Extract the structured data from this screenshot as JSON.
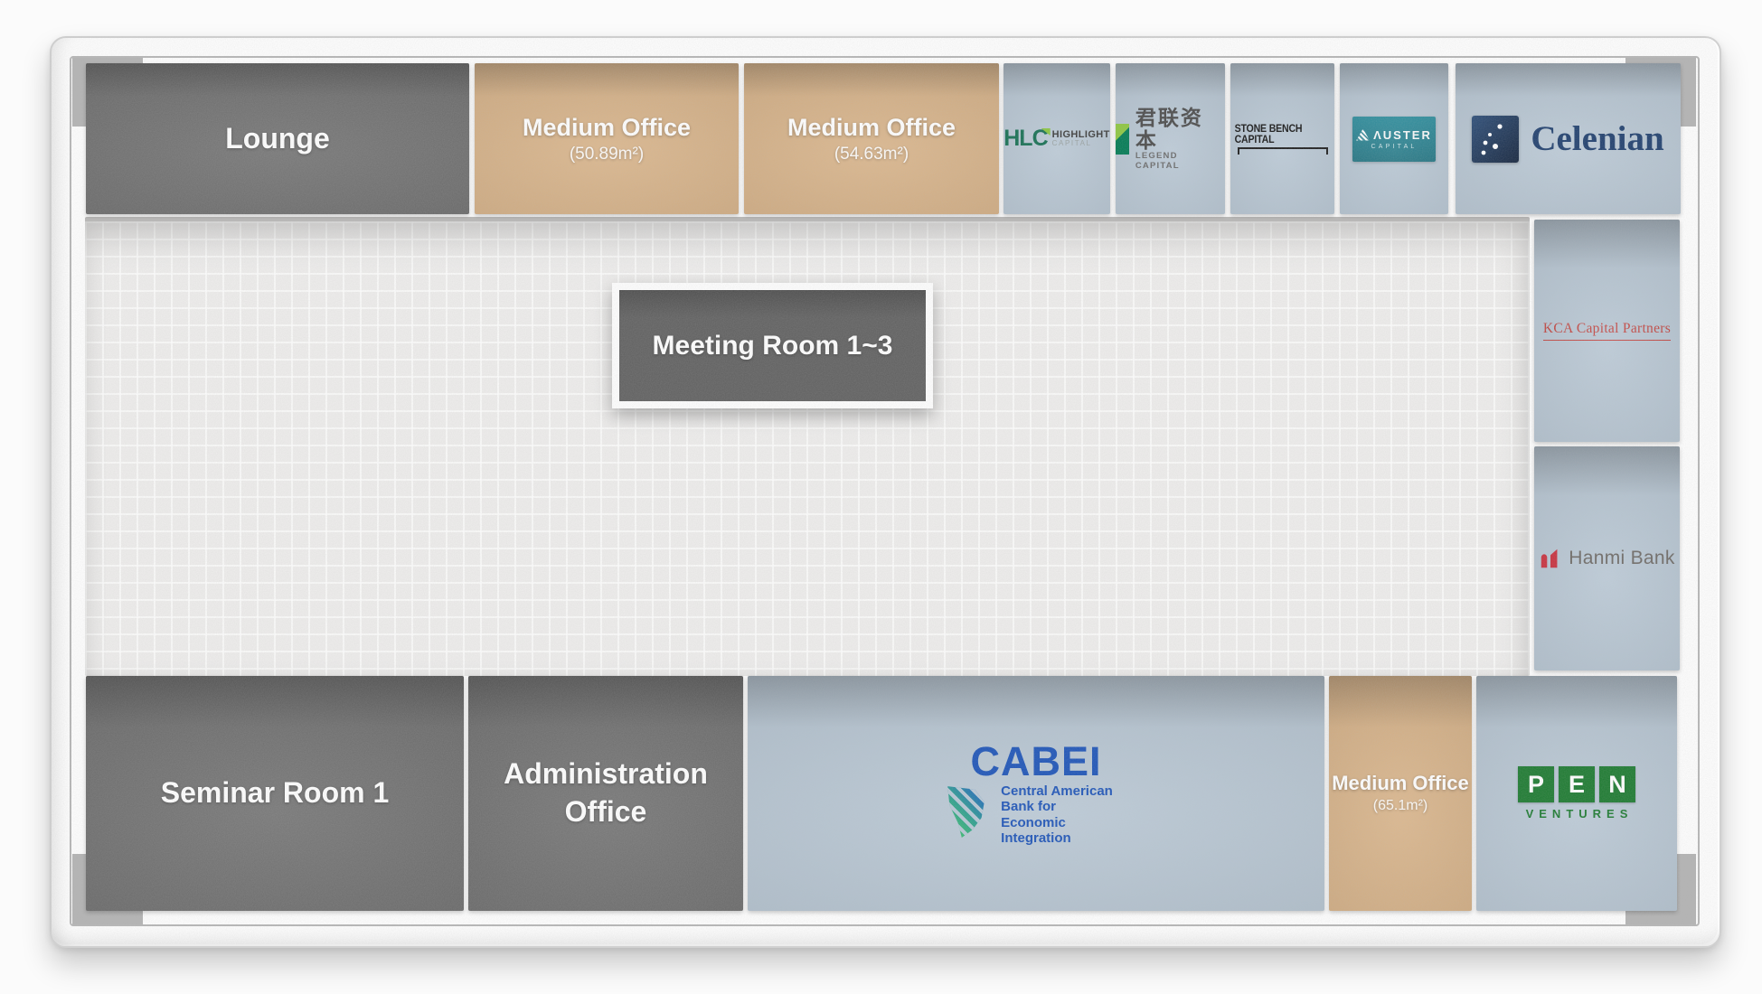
{
  "rooms": {
    "lounge": {
      "label": "Lounge"
    },
    "medium_office_1": {
      "label": "Medium Office",
      "area": "(50.89m²)"
    },
    "medium_office_2": {
      "label": "Medium Office",
      "area": "(54.63m²)"
    },
    "meeting_room": {
      "label": "Meeting Room 1~3"
    },
    "seminar_room": {
      "label": "Seminar Room 1"
    },
    "admin_office": {
      "label": "Administration Office"
    },
    "medium_office_3": {
      "label": "Medium Office",
      "area": "(65.1m²)"
    }
  },
  "tenants": {
    "highlight_capital": {
      "abbr_hl": "HL",
      "abbr_c": "C",
      "word1": "HIGHLIGHT",
      "word2": "CAPITAL"
    },
    "legend_capital": {
      "cjk": "君联资本",
      "latin": "LEGEND CAPITAL"
    },
    "stone_bench_capital": {
      "name": "STONE BENCH CAPITAL"
    },
    "auster_capital": {
      "word1": "ΛUSTER",
      "word2": "CAPITAL"
    },
    "celenian": {
      "name": "Celenian"
    },
    "kca_capital_partners": {
      "name": "KCA Capital Partners"
    },
    "hanmi_bank": {
      "name": "Hanmi Bank"
    },
    "cabei": {
      "abbr": "CABEI",
      "desc_lines": [
        "Central American",
        "Bank for",
        "Economic",
        "Integration"
      ]
    },
    "pen_ventures": {
      "letters": [
        "P",
        "E",
        "N"
      ],
      "word": "VENTURES"
    }
  },
  "colors": {
    "dark_room": "#696969",
    "office_tan": "#d9b183",
    "tenant_blue": "#b7c7d5",
    "hlc_green": "#156f52",
    "legend_green": "#007a53",
    "auster_teal": "#1d7f8e",
    "celenian_navy": "#1f3f6e",
    "kca_red": "#c23a35",
    "hanmi_red": "#c8313e",
    "hanmi_gray": "#6e6a66",
    "cabei_blue": "#1d54b8",
    "pen_green": "#1c7a30"
  }
}
